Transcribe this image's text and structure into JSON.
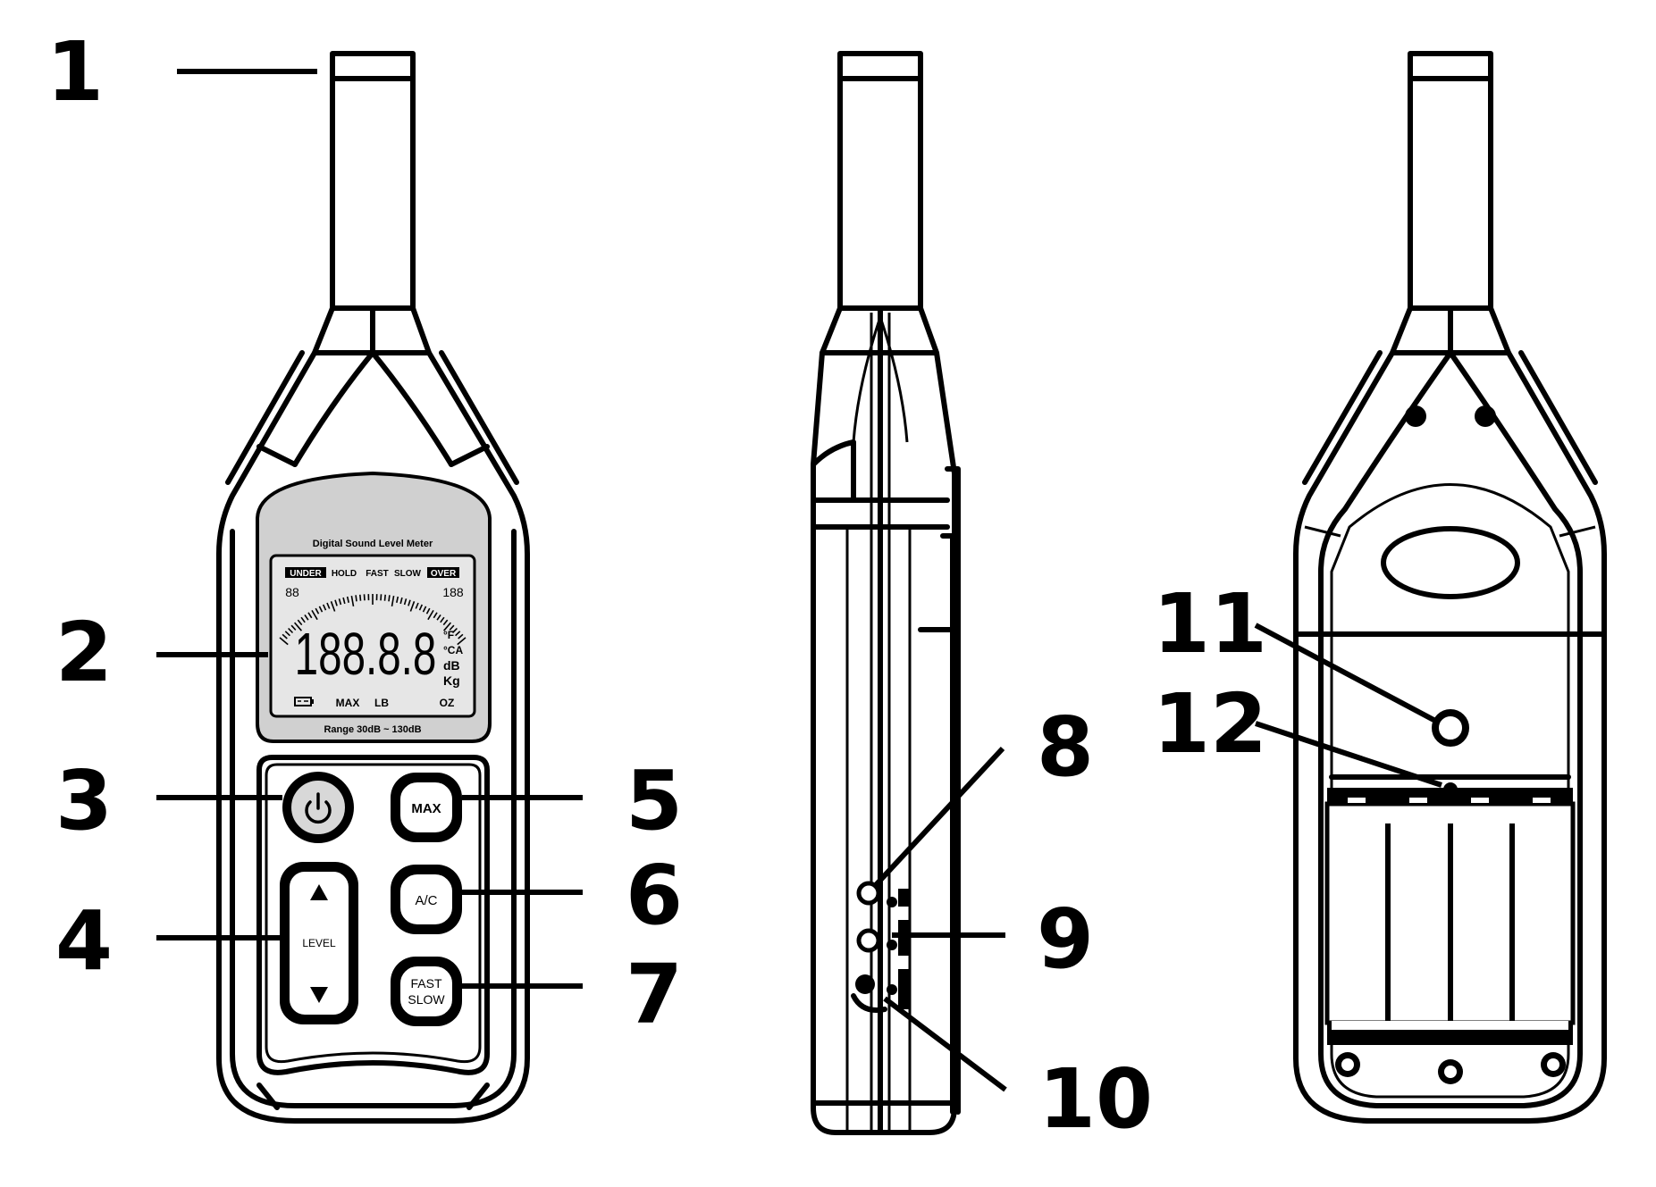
{
  "callouts": [
    "1",
    "2",
    "3",
    "4",
    "5",
    "6",
    "7",
    "8",
    "9",
    "10",
    "11",
    "12"
  ],
  "front_panel": {
    "title": "Digital Sound Level Meter",
    "range": "Range  30dB ~ 130dB",
    "lcd": {
      "under": "UNDER",
      "hold": "HOLD",
      "fast": "FAST",
      "slow": "SLOW",
      "over": "OVER",
      "left_small": "88",
      "right_small": "188",
      "main_digits": "188.8.8",
      "unit_f": "°F",
      "unit_ca": "°CA",
      "unit_db": "dB",
      "unit_kg": "Kg",
      "max": "MAX",
      "lb": "LB",
      "oz": "OZ"
    },
    "buttons": {
      "max": "MAX",
      "ac": "A/C",
      "fast": "FAST",
      "slow": "SLOW",
      "level": "LEVEL"
    }
  },
  "colors": {
    "lcd_bezel": "#d0d0d0",
    "lcd_screen": "#e6e6e6",
    "ink": "#000000"
  },
  "icons": [
    "power-icon",
    "up-arrow-icon",
    "down-arrow-icon",
    "battery-icon"
  ]
}
